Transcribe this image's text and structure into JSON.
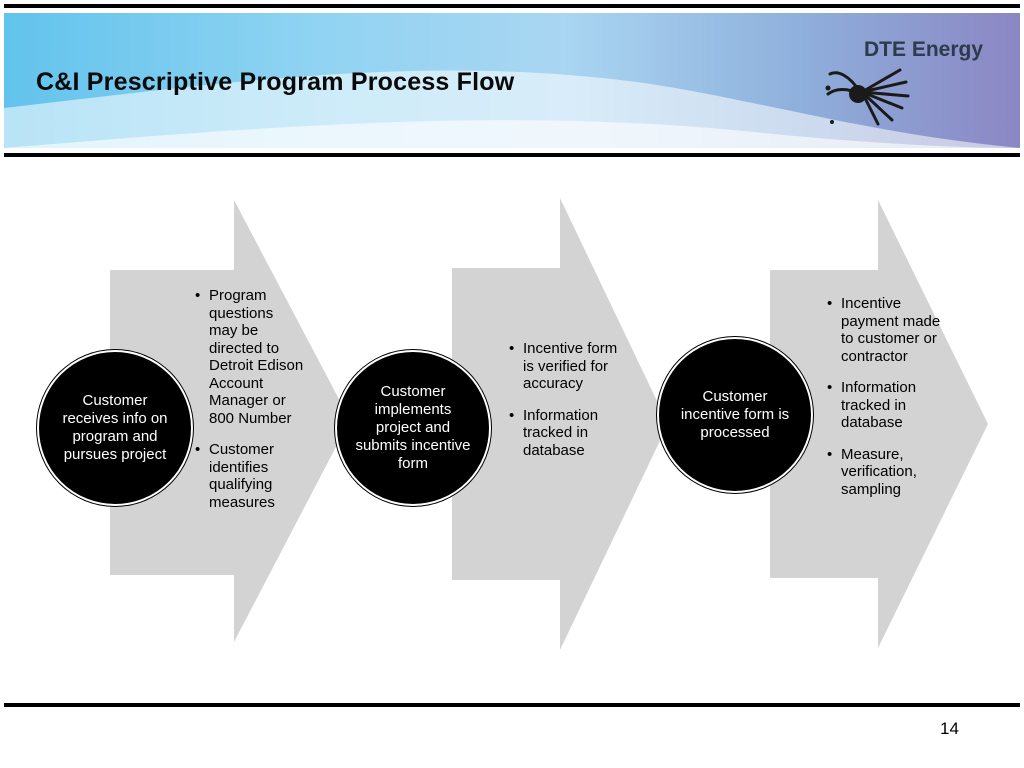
{
  "header": {
    "title": "C&I Prescriptive Program Process Flow",
    "brand": "DTE Energy"
  },
  "flow": {
    "steps": [
      {
        "circle_text": "Customer receives info on program and pursues project",
        "bullets": [
          "Program questions may be directed to Detroit Edison Account Manager or 800 Number",
          "Customer identifies qualifying measures"
        ]
      },
      {
        "circle_text": "Customer implements project and submits incentive form",
        "bullets": [
          "Incentive form is verified for accuracy",
          "Information tracked in database"
        ]
      },
      {
        "circle_text": "Customer incentive form is processed",
        "bullets": [
          "Incentive payment made to customer or contractor",
          "Information tracked in database",
          "Measure, verification, sampling"
        ]
      }
    ]
  },
  "footer": {
    "page_number": "14"
  },
  "colors": {
    "arrow_fill": "#d3d3d3",
    "circle_fill": "#000000",
    "rule": "#000000"
  }
}
